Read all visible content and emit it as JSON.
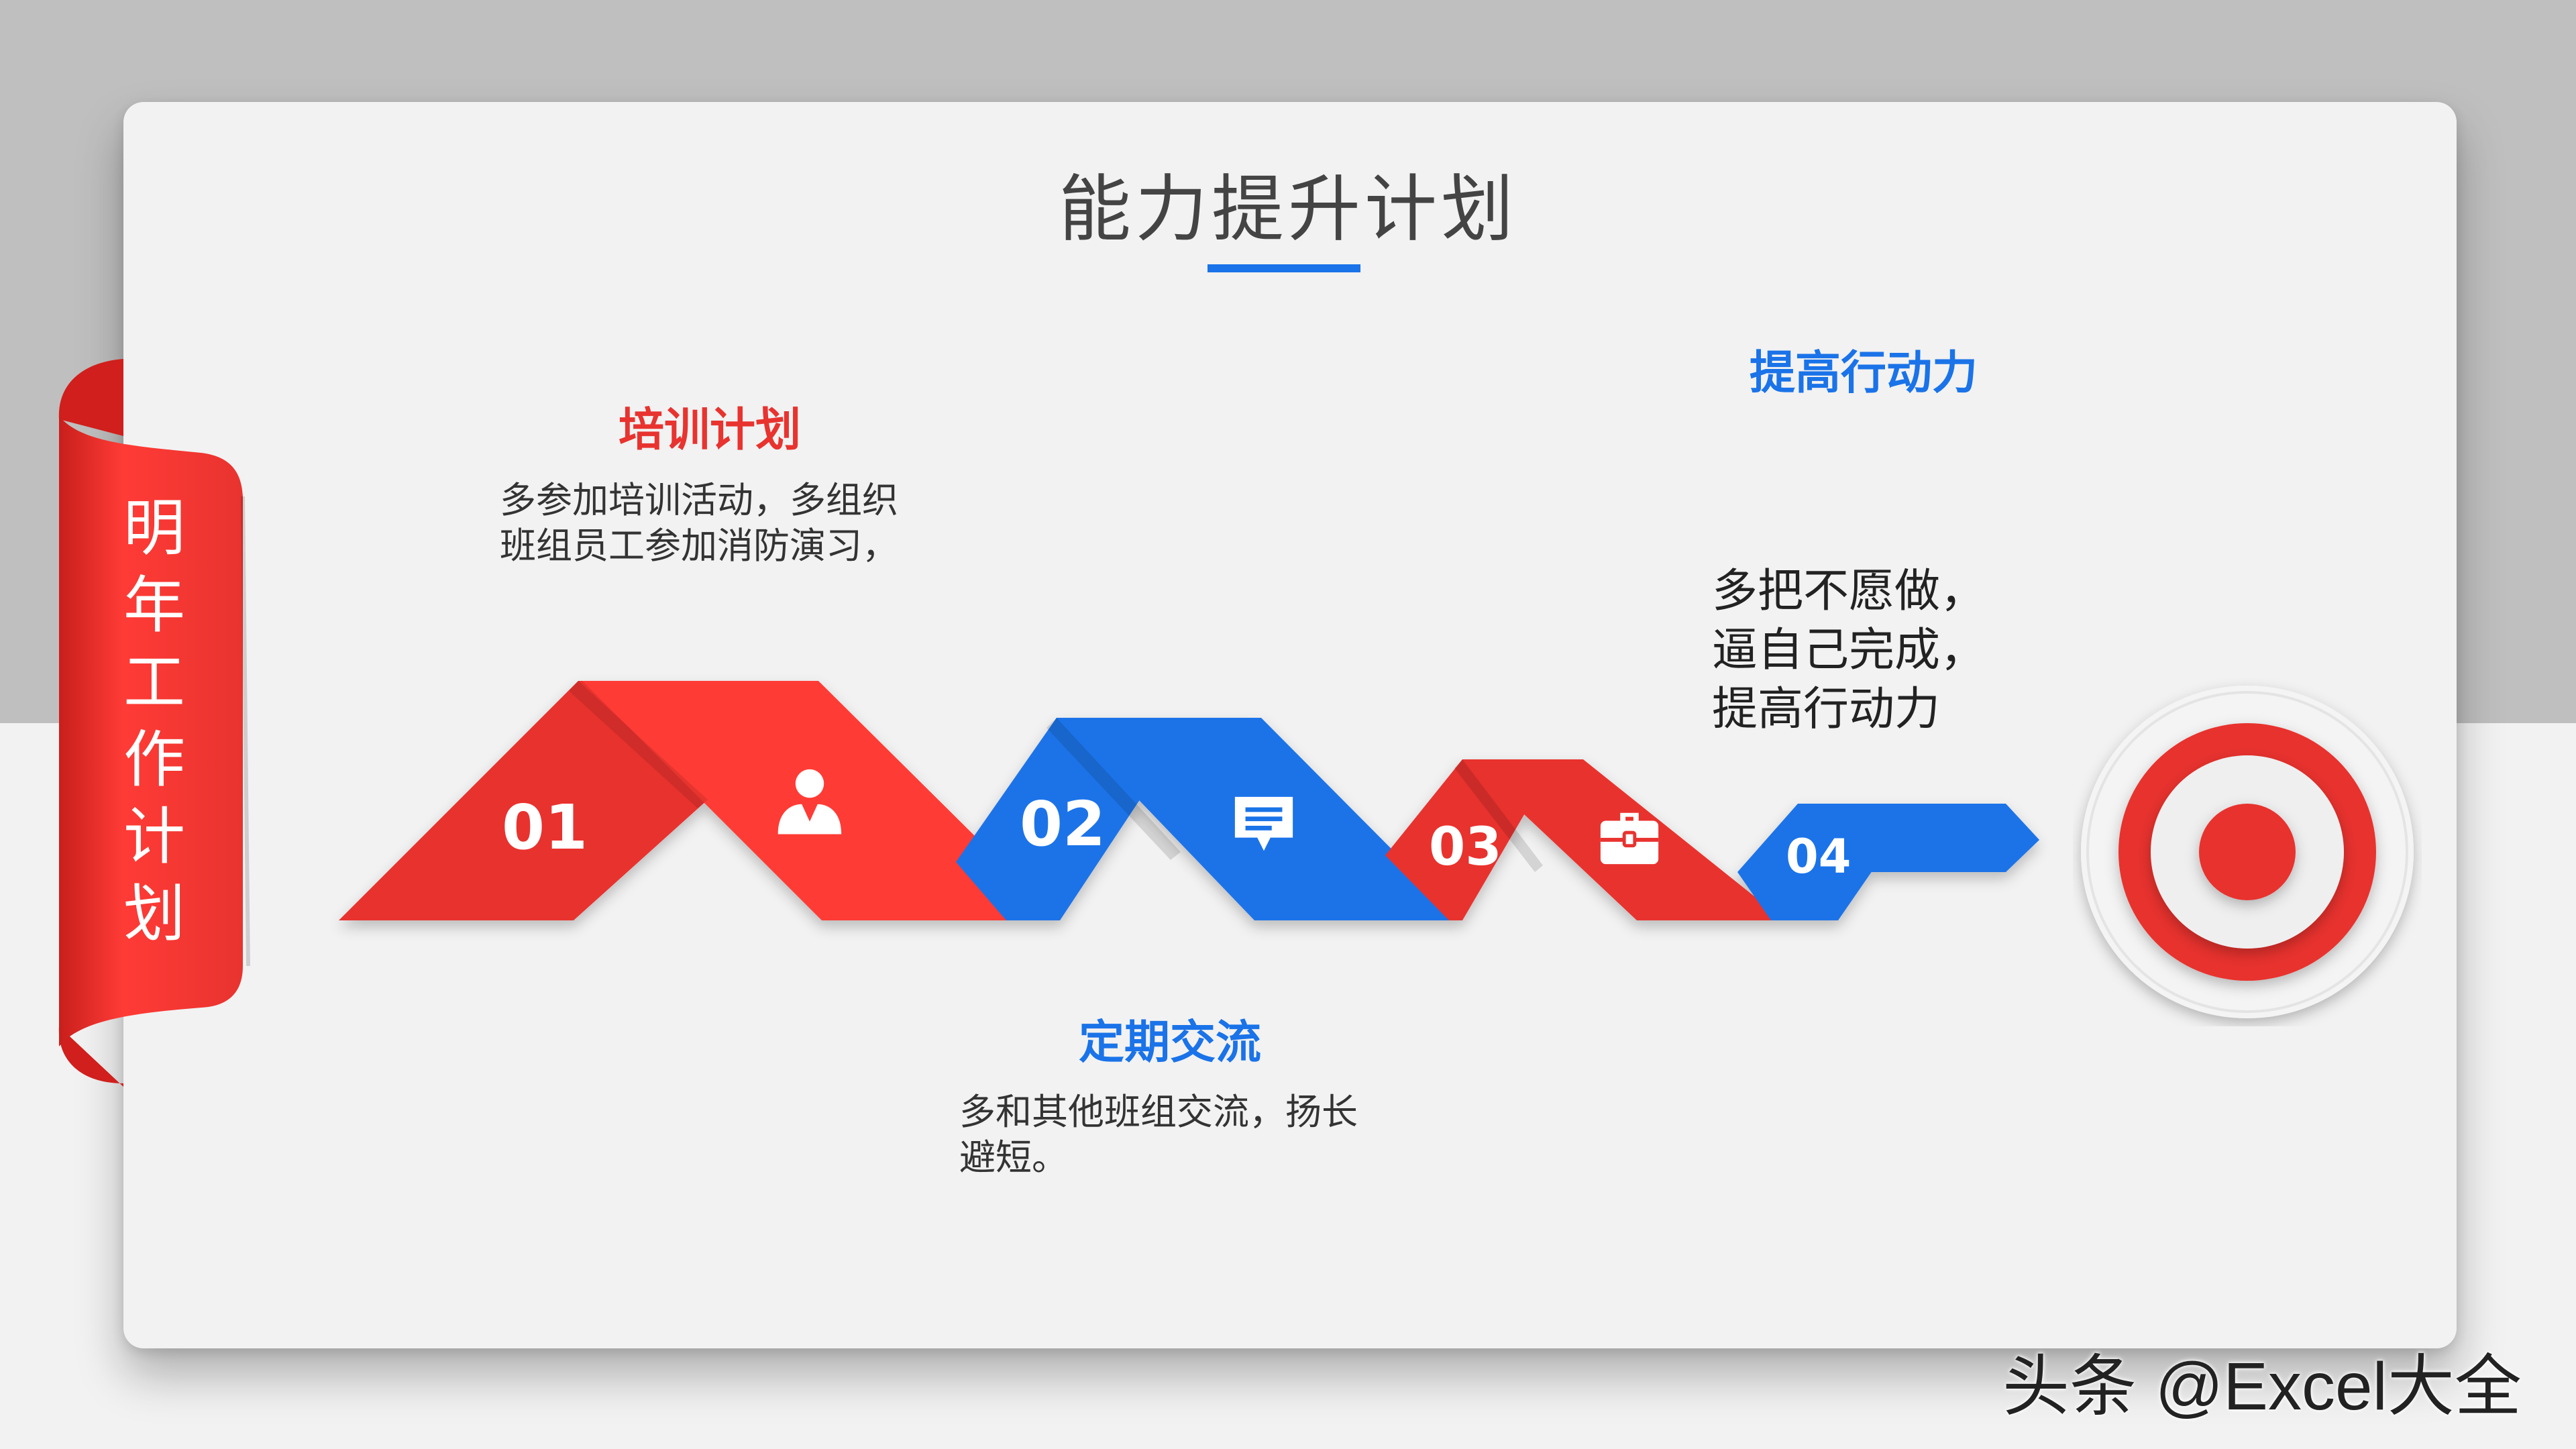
{
  "slide": {
    "title": "能力提升计划",
    "side_label": "明年工作计划",
    "colors": {
      "red": "#e8332f",
      "blue": "#1a73e8",
      "gray_bg": "#bfbfbf",
      "card_bg": "#f2f2f2"
    }
  },
  "steps": [
    {
      "number": "01",
      "icon": "user-icon",
      "color": "red",
      "title": "培训计划",
      "description": "多参加培训活动，多组织\n班组员工参加消防演习，"
    },
    {
      "number": "02",
      "icon": "chat-icon",
      "color": "blue",
      "title": "定期交流",
      "description": "多和其他班组交流，扬长\n避短。"
    },
    {
      "number": "03",
      "icon": "briefcase-icon",
      "color": "red",
      "title": "",
      "description": ""
    },
    {
      "number": "04",
      "icon": "",
      "color": "blue",
      "title": "提高行动力",
      "description": "多把不愿做，\n逼自己完成，\n提高行动力"
    }
  ],
  "target": {
    "icon": "target-icon"
  },
  "watermark": "头条 @Excel大全"
}
